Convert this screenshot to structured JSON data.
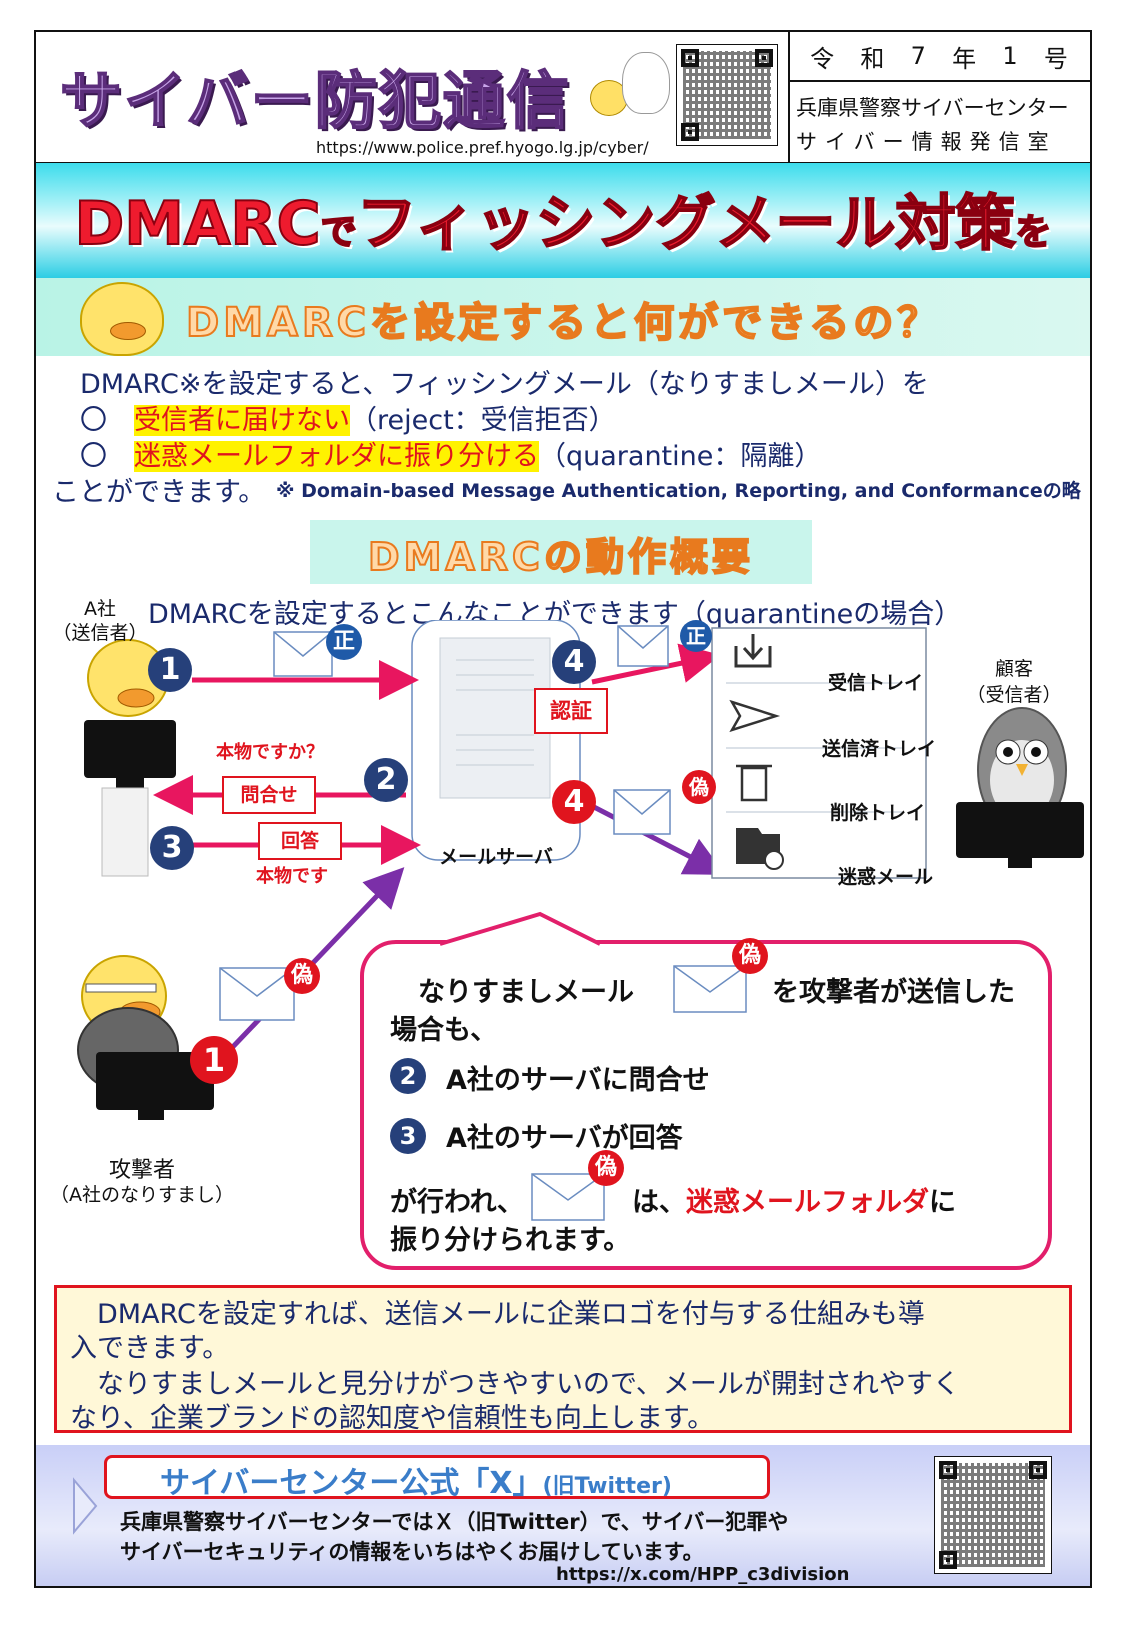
{
  "header": {
    "masthead": "サイバー防犯通信",
    "url": "https://www.police.pref.hyogo.lg.jp/cyber/",
    "issue": [
      "令",
      "和",
      "7",
      "年",
      "1",
      "号"
    ],
    "department": "兵庫県警察サイバーセンター",
    "office": "サイバー情報発信室"
  },
  "title": {
    "part1": "DMARC",
    "part2": "で",
    "part3": "フィッシングメール対策",
    "part4": "を"
  },
  "question": "DMARCを設定すると何ができるの？",
  "intro": {
    "line1": "DMARC※を設定すると、フィッシングメール（なりすましメール）を",
    "bullet1_mark": "〇",
    "bullet1_hl": "受信者に届けない",
    "bullet1_rest": "（reject：受信拒否）",
    "bullet2_mark": "〇",
    "bullet2_hl": "迷惑メールフォルダに振り分ける",
    "bullet2_rest": "（quarantine：隔離）",
    "line4": "ことができます。",
    "footnote": "※ Domain-based Message Authentication, Reporting, and Conformanceの略"
  },
  "overview": {
    "heading": "DMARCの動作概要",
    "caption": "DMARCを設定するとこんなことができます（quarantineの場合）",
    "sender_label": "A社",
    "sender_sub": "（送信者）",
    "receiver_label": "顧客",
    "receiver_sub": "（受信者）",
    "attacker_label": "攻撃者",
    "attacker_sub": "（A社のなりすまし）",
    "server_label": "メールサーバ",
    "inquiry_q": "本物ですか？",
    "inquiry_box": "問合せ",
    "answer_box": "回答",
    "answer_a": "本物です",
    "auth_box": "認証",
    "badge_genuine": "正",
    "badge_fake": "偽",
    "steps": [
      "1",
      "2",
      "3",
      "4",
      "4",
      "1"
    ],
    "trays": [
      "受信トレイ",
      "送信済トレイ",
      "削除トレイ",
      "迷惑メール"
    ]
  },
  "speech": {
    "line1a": "なりすましメール",
    "line1b": "を攻撃者が送信した",
    "line2": "場合も、",
    "step2_num": "2",
    "step2": "A社のサーバに問合せ",
    "step3_num": "3",
    "step3": "A社のサーバが回答",
    "line5a": "が行われ、",
    "line5b": "は、",
    "line5red": "迷惑メールフォルダ",
    "line5c": "に",
    "line6": "振り分けられます。",
    "badge_fake": "偽"
  },
  "bottom": {
    "l1": "　DMARCを設定すれば、送信メールに企業ロゴを付与する仕組みも導",
    "l2": "入できます。",
    "l3": "　なりすましメールと見分けがつきやすいので、メールが開封されやすく",
    "l4": "なり、企業ブランドの認知度や信頼性も向上します。"
  },
  "footer": {
    "x_title": "サイバーセンター公式「X」",
    "x_sub": "(旧Twitter)",
    "l1": "兵庫県警察サイバーセンターではＸ（旧Twitter）で、サイバー犯罪や",
    "l2": "サイバーセキュリティの情報をいちはやくお届けしています。",
    "url": "https://x.com/HPP_c3division"
  },
  "colors": {
    "accent_red": "#e0141e",
    "navy": "#1a2a6c",
    "pink": "#e21f6b",
    "purple": "#7b2fa8",
    "teal": "#3ddcec"
  }
}
